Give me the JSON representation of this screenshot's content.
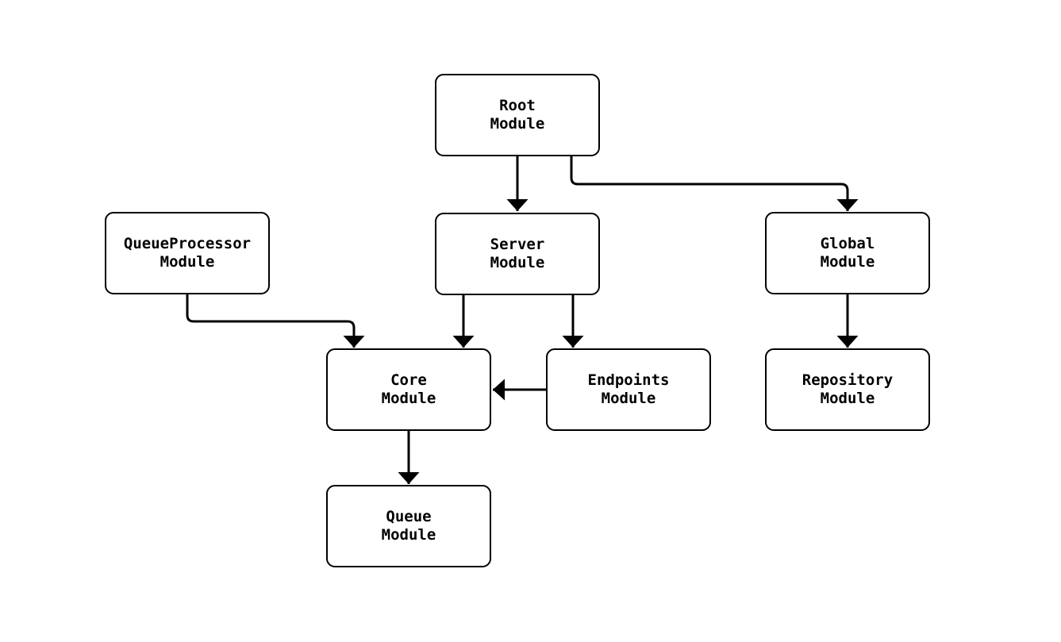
{
  "diagram": {
    "type": "module-dependency-diagram",
    "colors": {
      "background": "#ffffff",
      "node_fill": "#ffffff",
      "node_border": "#000000",
      "edge_stroke": "#000000",
      "text": "#000000"
    },
    "nodes": {
      "root": {
        "line1": "Root",
        "line2": "Module"
      },
      "queue_processor": {
        "line1": "QueueProcessor",
        "line2": "Module"
      },
      "server": {
        "line1": "Server",
        "line2": "Module"
      },
      "global": {
        "line1": "Global",
        "line2": "Module"
      },
      "core": {
        "line1": "Core",
        "line2": "Module"
      },
      "endpoints": {
        "line1": "Endpoints",
        "line2": "Module"
      },
      "repository": {
        "line1": "Repository",
        "line2": "Module"
      },
      "queue": {
        "line1": "Queue",
        "line2": "Module"
      }
    },
    "edges": [
      {
        "from": "root",
        "to": "server"
      },
      {
        "from": "root",
        "to": "global"
      },
      {
        "from": "queue_processor",
        "to": "core"
      },
      {
        "from": "server",
        "to": "core"
      },
      {
        "from": "server",
        "to": "endpoints"
      },
      {
        "from": "endpoints",
        "to": "core"
      },
      {
        "from": "global",
        "to": "repository"
      },
      {
        "from": "core",
        "to": "queue"
      }
    ]
  }
}
